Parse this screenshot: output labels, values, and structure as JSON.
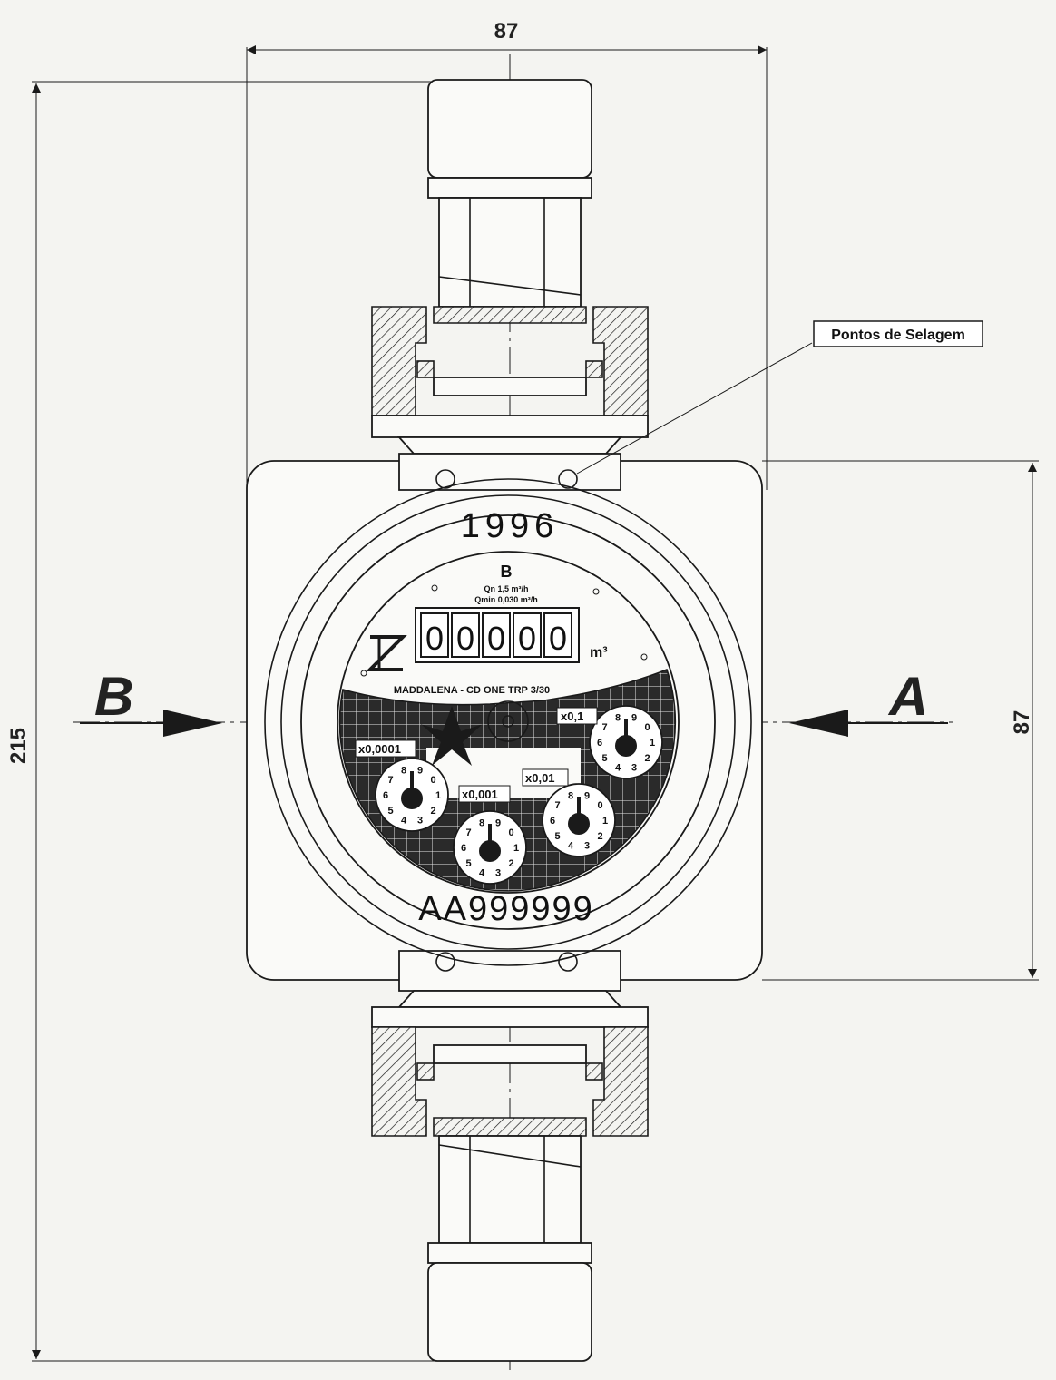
{
  "dimensions": {
    "width_top": "87",
    "height_left": "215",
    "height_right": "87"
  },
  "flow_labels": {
    "inlet": "A",
    "outlet": "B"
  },
  "callout": {
    "sealing_points": "Pontos de Selagem"
  },
  "meter_face": {
    "year": "1996",
    "class": "B",
    "qn": "Qn 1,5 m³/h",
    "qmin": "Qmin 0,030 m³/h",
    "counter_digits": [
      "0",
      "0",
      "0",
      "0",
      "0"
    ],
    "unit": "m³",
    "model": "MADDALENA - CD ONE TRP 3/30",
    "serial": "AA999999",
    "dial_multipliers": [
      "x0,1",
      "x0,0001",
      "x0,01",
      "x0,001"
    ],
    "dial_numbers": [
      "9",
      "0",
      "1",
      "2",
      "3",
      "4",
      "5",
      "6",
      "7",
      "8"
    ]
  }
}
